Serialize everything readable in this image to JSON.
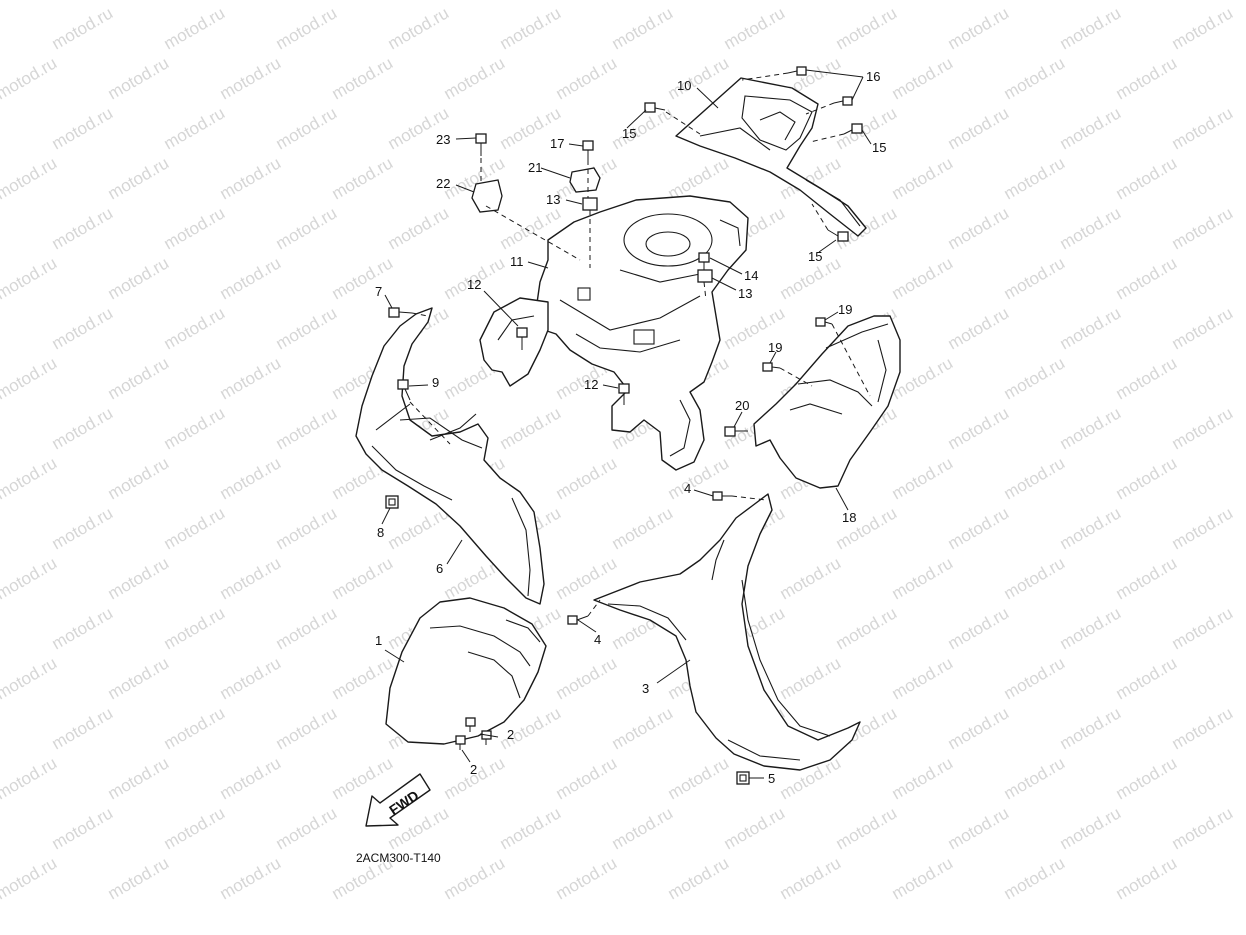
{
  "watermark": "motod.ru",
  "diagram_code": "2ACM300-T140",
  "fwd_label": "FWD",
  "callouts": [
    {
      "id": "c1",
      "label": "1"
    },
    {
      "id": "c2a",
      "label": "2"
    },
    {
      "id": "c2b",
      "label": "2"
    },
    {
      "id": "c3",
      "label": "3"
    },
    {
      "id": "c4a",
      "label": "4"
    },
    {
      "id": "c4b",
      "label": "4"
    },
    {
      "id": "c5",
      "label": "5"
    },
    {
      "id": "c6",
      "label": "6"
    },
    {
      "id": "c7",
      "label": "7"
    },
    {
      "id": "c8",
      "label": "8"
    },
    {
      "id": "c9",
      "label": "9"
    },
    {
      "id": "c10",
      "label": "10"
    },
    {
      "id": "c11",
      "label": "11"
    },
    {
      "id": "c12a",
      "label": "12"
    },
    {
      "id": "c12b",
      "label": "12"
    },
    {
      "id": "c13a",
      "label": "13"
    },
    {
      "id": "c13b",
      "label": "13"
    },
    {
      "id": "c14",
      "label": "14"
    },
    {
      "id": "c15a",
      "label": "15"
    },
    {
      "id": "c15b",
      "label": "15"
    },
    {
      "id": "c15c",
      "label": "15"
    },
    {
      "id": "c16",
      "label": "16"
    },
    {
      "id": "c17",
      "label": "17"
    },
    {
      "id": "c18",
      "label": "18"
    },
    {
      "id": "c19a",
      "label": "19"
    },
    {
      "id": "c19b",
      "label": "19"
    },
    {
      "id": "c20",
      "label": "20"
    },
    {
      "id": "c21",
      "label": "21"
    },
    {
      "id": "c22",
      "label": "22"
    },
    {
      "id": "c23",
      "label": "23"
    }
  ]
}
